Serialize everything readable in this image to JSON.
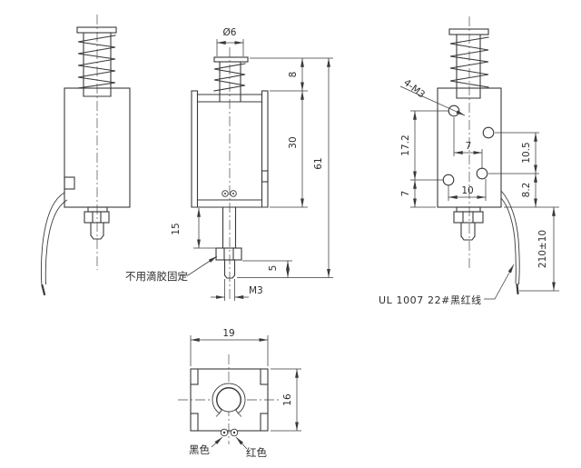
{
  "drawing": {
    "type": "solenoid-actuator-mechanical-drawing",
    "background": "#ffffff",
    "line_color": "#3a3a3a",
    "text_color": "#2d2d2d"
  },
  "front_view": {
    "dia": "Ø6",
    "dim_spring_exposed": "8",
    "dim_body_height": "30",
    "dim_overall_height": "61",
    "dim_shaft_length": "15",
    "dim_thread_length": "5",
    "thread_label": "M3",
    "glue_note": "不用滴胶固定"
  },
  "rear_view": {
    "holes_label": "4-M3",
    "dim_hole_offset_v": "17.2",
    "dim_hole_bottom_offset": "7",
    "dim_hole_pitch_x": "7",
    "dim_hole_pitch_x2": "10",
    "dim_hole_offset_right": "10.5",
    "dim_hole_bottom_right": "8.2",
    "dim_wire_length": "210±10",
    "wire_note": "UL 1007 22#黑红线"
  },
  "bottom_view": {
    "dim_width": "19",
    "dim_depth": "16",
    "label_black": "黑色",
    "label_red": "红色"
  }
}
